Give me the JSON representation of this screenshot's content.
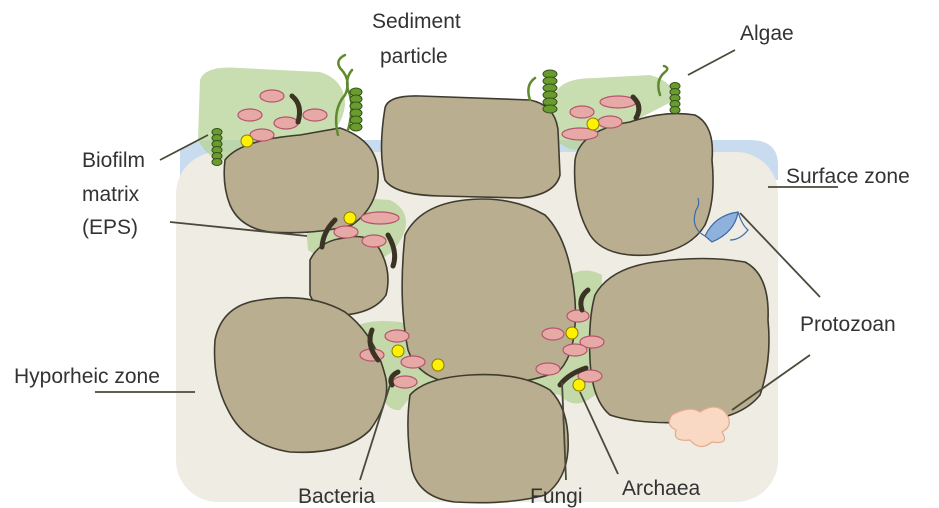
{
  "labels": {
    "sediment_particle_line1": "Sediment",
    "sediment_particle_line2": "particle",
    "algae": "Algae",
    "biofilm_line1": "Biofilm",
    "biofilm_line2": "matrix",
    "biofilm_line3": "(EPS)",
    "surface_zone": "Surface zone",
    "protozoan": "Protozoan",
    "hyporheic_zone": "Hyporheic zone",
    "bacteria": "Bacteria",
    "fungi": "Fungi",
    "archaea": "Archaea"
  },
  "colors": {
    "particle": "#b9ae90",
    "background_zone": "#efece3",
    "surface_water": "#c9dcef",
    "biofilm": "#b5d396",
    "bacteria": "#e6a9a6",
    "archaea": "#fff200",
    "protozoan_blue": "#8fb1dd",
    "protozoan_amoeba": "#f9d8c4"
  }
}
